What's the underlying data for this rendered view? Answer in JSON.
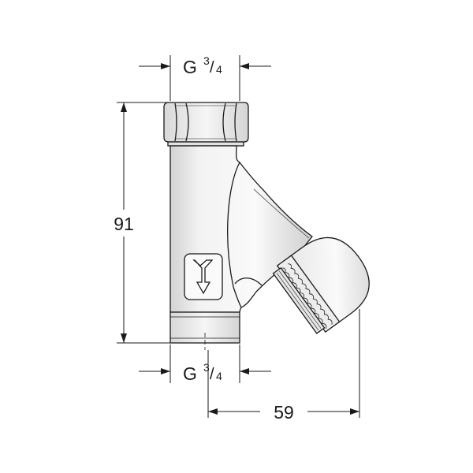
{
  "dimensions": {
    "top_thread": {
      "prefix": "G",
      "numerator": "3",
      "slash": "/",
      "denominator": "4"
    },
    "bottom_thread": {
      "prefix": "G",
      "numerator": "3",
      "slash": "/",
      "denominator": "4"
    },
    "height": "91",
    "width": "59"
  },
  "colors": {
    "line": "#1a1a1a",
    "body_light": "#f4f4f4",
    "body_dark": "#c8c8c8"
  },
  "icons": [
    "flow-direction-arrow-icon"
  ]
}
